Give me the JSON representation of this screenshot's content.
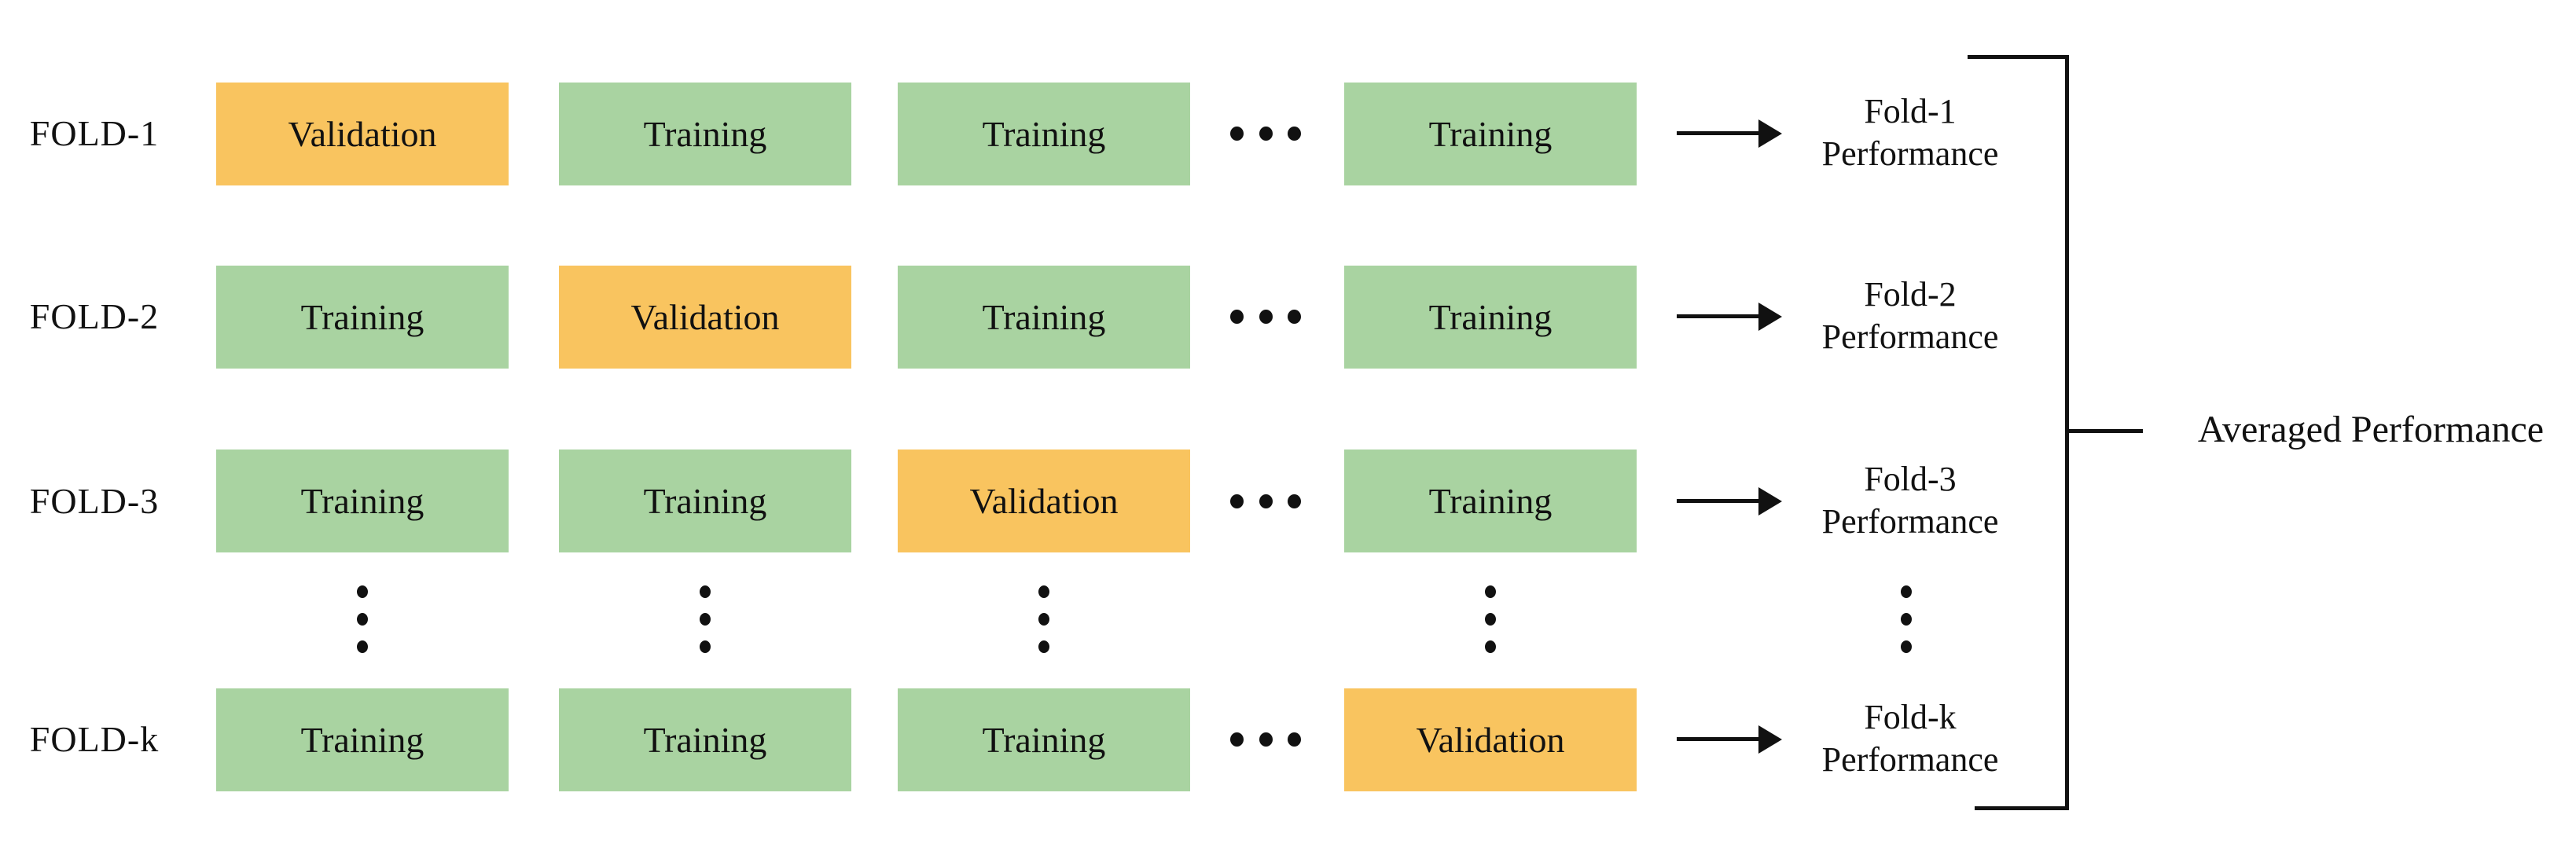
{
  "colors": {
    "validation": "#F9C45F",
    "training": "#A9D3A1",
    "line": "#111111",
    "text": "#111111",
    "background": "#FFFFFF"
  },
  "rows": [
    {
      "label": "FOLD-1",
      "cells": [
        {
          "text": "Validation",
          "type": "validation"
        },
        {
          "text": "Training",
          "type": "training"
        },
        {
          "text": "Training",
          "type": "training"
        },
        {
          "text": "Training",
          "type": "training"
        }
      ],
      "performance_line1": "Fold-1",
      "performance_line2": "Performance"
    },
    {
      "label": "FOLD-2",
      "cells": [
        {
          "text": "Training",
          "type": "training"
        },
        {
          "text": "Validation",
          "type": "validation"
        },
        {
          "text": "Training",
          "type": "training"
        },
        {
          "text": "Training",
          "type": "training"
        }
      ],
      "performance_line1": "Fold-2",
      "performance_line2": "Performance"
    },
    {
      "label": "FOLD-3",
      "cells": [
        {
          "text": "Training",
          "type": "training"
        },
        {
          "text": "Training",
          "type": "training"
        },
        {
          "text": "Validation",
          "type": "validation"
        },
        {
          "text": "Training",
          "type": "training"
        }
      ],
      "performance_line1": "Fold-3",
      "performance_line2": "Performance"
    },
    {
      "label": "FOLD-k",
      "cells": [
        {
          "text": "Training",
          "type": "training"
        },
        {
          "text": "Training",
          "type": "training"
        },
        {
          "text": "Training",
          "type": "training"
        },
        {
          "text": "Validation",
          "type": "validation"
        }
      ],
      "performance_line1": "Fold-k",
      "performance_line2": "Performance"
    }
  ],
  "icons": {
    "horizontal_ellipsis": "•••",
    "vertical_ellipsis": "⋮",
    "arrow_right": "→"
  },
  "averaged_label": "Averaged Performance"
}
